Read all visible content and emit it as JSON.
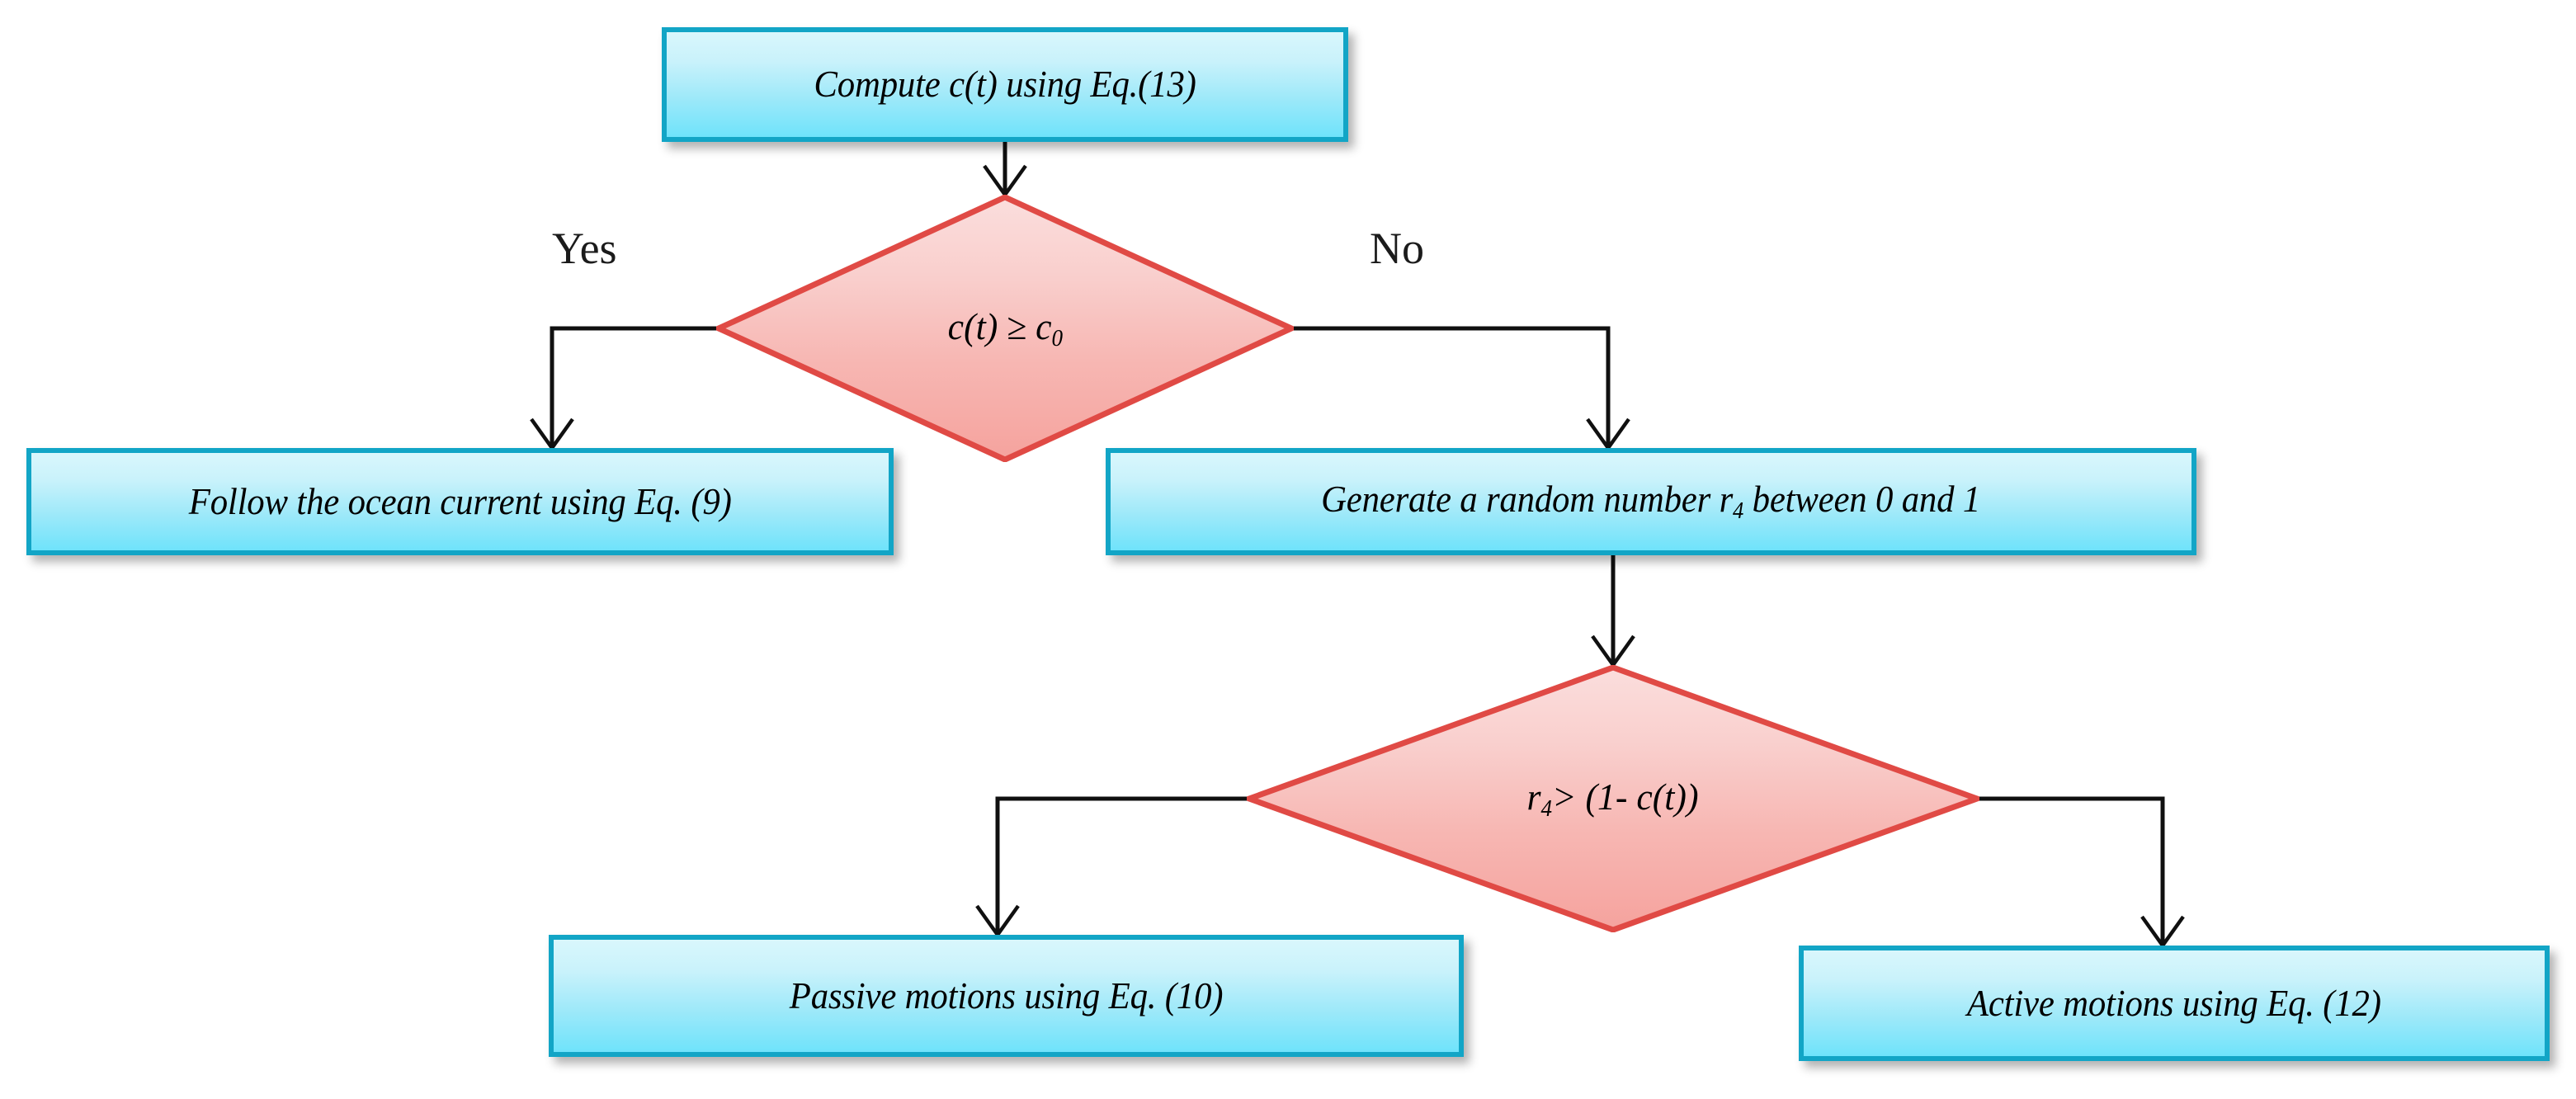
{
  "diagram": {
    "title": "Flowchart of ocean current / passive / active motion decision logic",
    "colors": {
      "process_border": "#12A5C6",
      "process_fill_top": "#d9f7fc",
      "process_fill_bottom": "#6fe3fb",
      "decision_border": "#E04A45",
      "decision_fill_top": "#fbdedd",
      "decision_fill_bottom": "#f5a29d",
      "connector": "#101010",
      "background": "#ffffff"
    },
    "nodes": {
      "compute_c": {
        "type": "process",
        "text": "Compute c(t) using Eq.(13)"
      },
      "decision_c": {
        "type": "decision",
        "text_main": "c(t) ≥ c",
        "text_sub": "0"
      },
      "follow_current": {
        "type": "process",
        "text": "Follow the ocean current  using Eq. (9)"
      },
      "generate_r4": {
        "type": "process",
        "text_before": "Generate a random number r",
        "text_sub": "4",
        "text_after": " between 0 and 1"
      },
      "decision_r4": {
        "type": "decision",
        "text_before": "r",
        "text_sub": "4",
        "text_after": "> (1-  c(t))"
      },
      "passive_motions": {
        "type": "process",
        "text": "Passive  motions using Eq. (10)"
      },
      "active_motions": {
        "type": "process",
        "text": "Active motions using Eq. (12)"
      }
    },
    "branch_labels": {
      "yes": "Yes",
      "no": "No"
    }
  }
}
